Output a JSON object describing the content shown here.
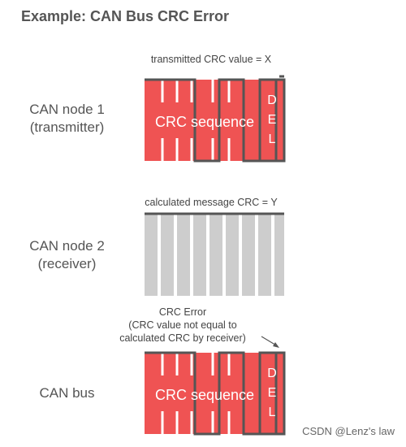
{
  "title": "Example: CAN Bus CRC Error",
  "row1": {
    "label": "CAN node 1\n(transmitter)",
    "caption": "transmitted CRC value = X",
    "sequence_label": "CRC sequence",
    "delimiter_letters": [
      "D",
      "E",
      "L"
    ]
  },
  "row2": {
    "label": "CAN node 2\n(receiver)",
    "caption": "calculated message CRC = Y"
  },
  "row3": {
    "label": "CAN bus",
    "caption": "CRC Error\n(CRC value not equal to\ncalculated CRC by receiver)",
    "sequence_label": "CRC sequence",
    "delimiter_letters": [
      "D",
      "E",
      "L"
    ]
  },
  "watermark": "CSDN @Lenz's law",
  "colors": {
    "crc_red": "#ef5353",
    "receiver_gray": "#cdcdcd",
    "line_dark": "#555555",
    "text": "#555555"
  }
}
